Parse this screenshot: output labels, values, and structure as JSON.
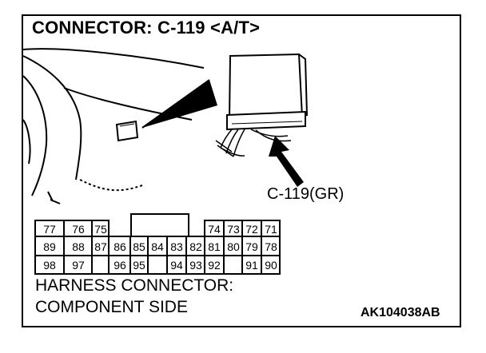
{
  "title": "CONNECTOR: C-119 <A/T>",
  "callout_label": "C-119(GR)",
  "harness_label": {
    "line1": "HARNESS CONNECTOR:",
    "line2": "COMPONENT SIDE"
  },
  "drawing_code": "AK104038AB",
  "pins": {
    "row1_left": [
      "77",
      "76",
      "75"
    ],
    "row1_right": [
      "74",
      "73",
      "72",
      "71"
    ],
    "row2": [
      "89",
      "88",
      "87",
      "86",
      "85",
      "84",
      "83",
      "82",
      "81",
      "80",
      "79",
      "78"
    ],
    "row3_left": [
      "98",
      "97"
    ],
    "row3_mid_a": [
      "96",
      "95"
    ],
    "row3_mid_b": [
      "94",
      "93",
      "92"
    ],
    "row3_right": [
      "91",
      "90"
    ]
  }
}
